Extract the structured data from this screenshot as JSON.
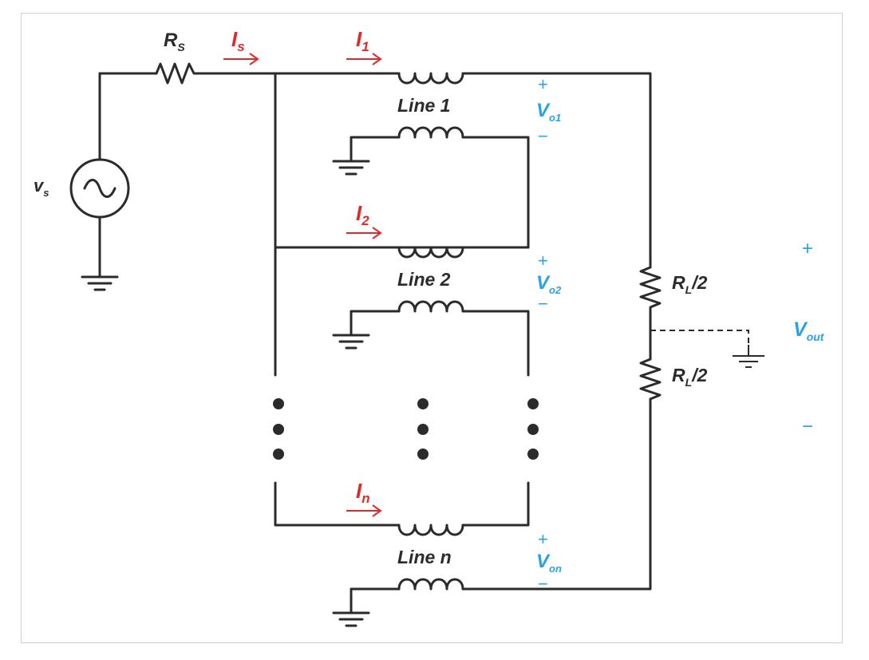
{
  "labels": {
    "source": "v",
    "source_sub": "s",
    "rs": "R",
    "rs_sub": "S",
    "is": "I",
    "is_sub": "s",
    "i1": "I",
    "i1_sub": "1",
    "i2": "I",
    "i2_sub": "2",
    "in": "I",
    "in_sub": "n",
    "line1": "Line 1",
    "line2": "Line 2",
    "linen": "Line n",
    "vo1": "V",
    "vo1_sub": "o1",
    "vo2": "V",
    "vo2_sub": "o2",
    "von": "V",
    "von_sub": "on",
    "rl_top": "R",
    "rl_top_sub": "L",
    "rl_top_suffix": "/2",
    "rl_bot": "R",
    "rl_bot_sub": "L",
    "rl_bot_suffix": "/2",
    "vout": "V",
    "vout_sub": "out",
    "plus": "+",
    "minus": "−"
  },
  "colors": {
    "wire": "#2b2b2b",
    "current": "#e02a2a",
    "voltage": "#2aa3e6"
  }
}
